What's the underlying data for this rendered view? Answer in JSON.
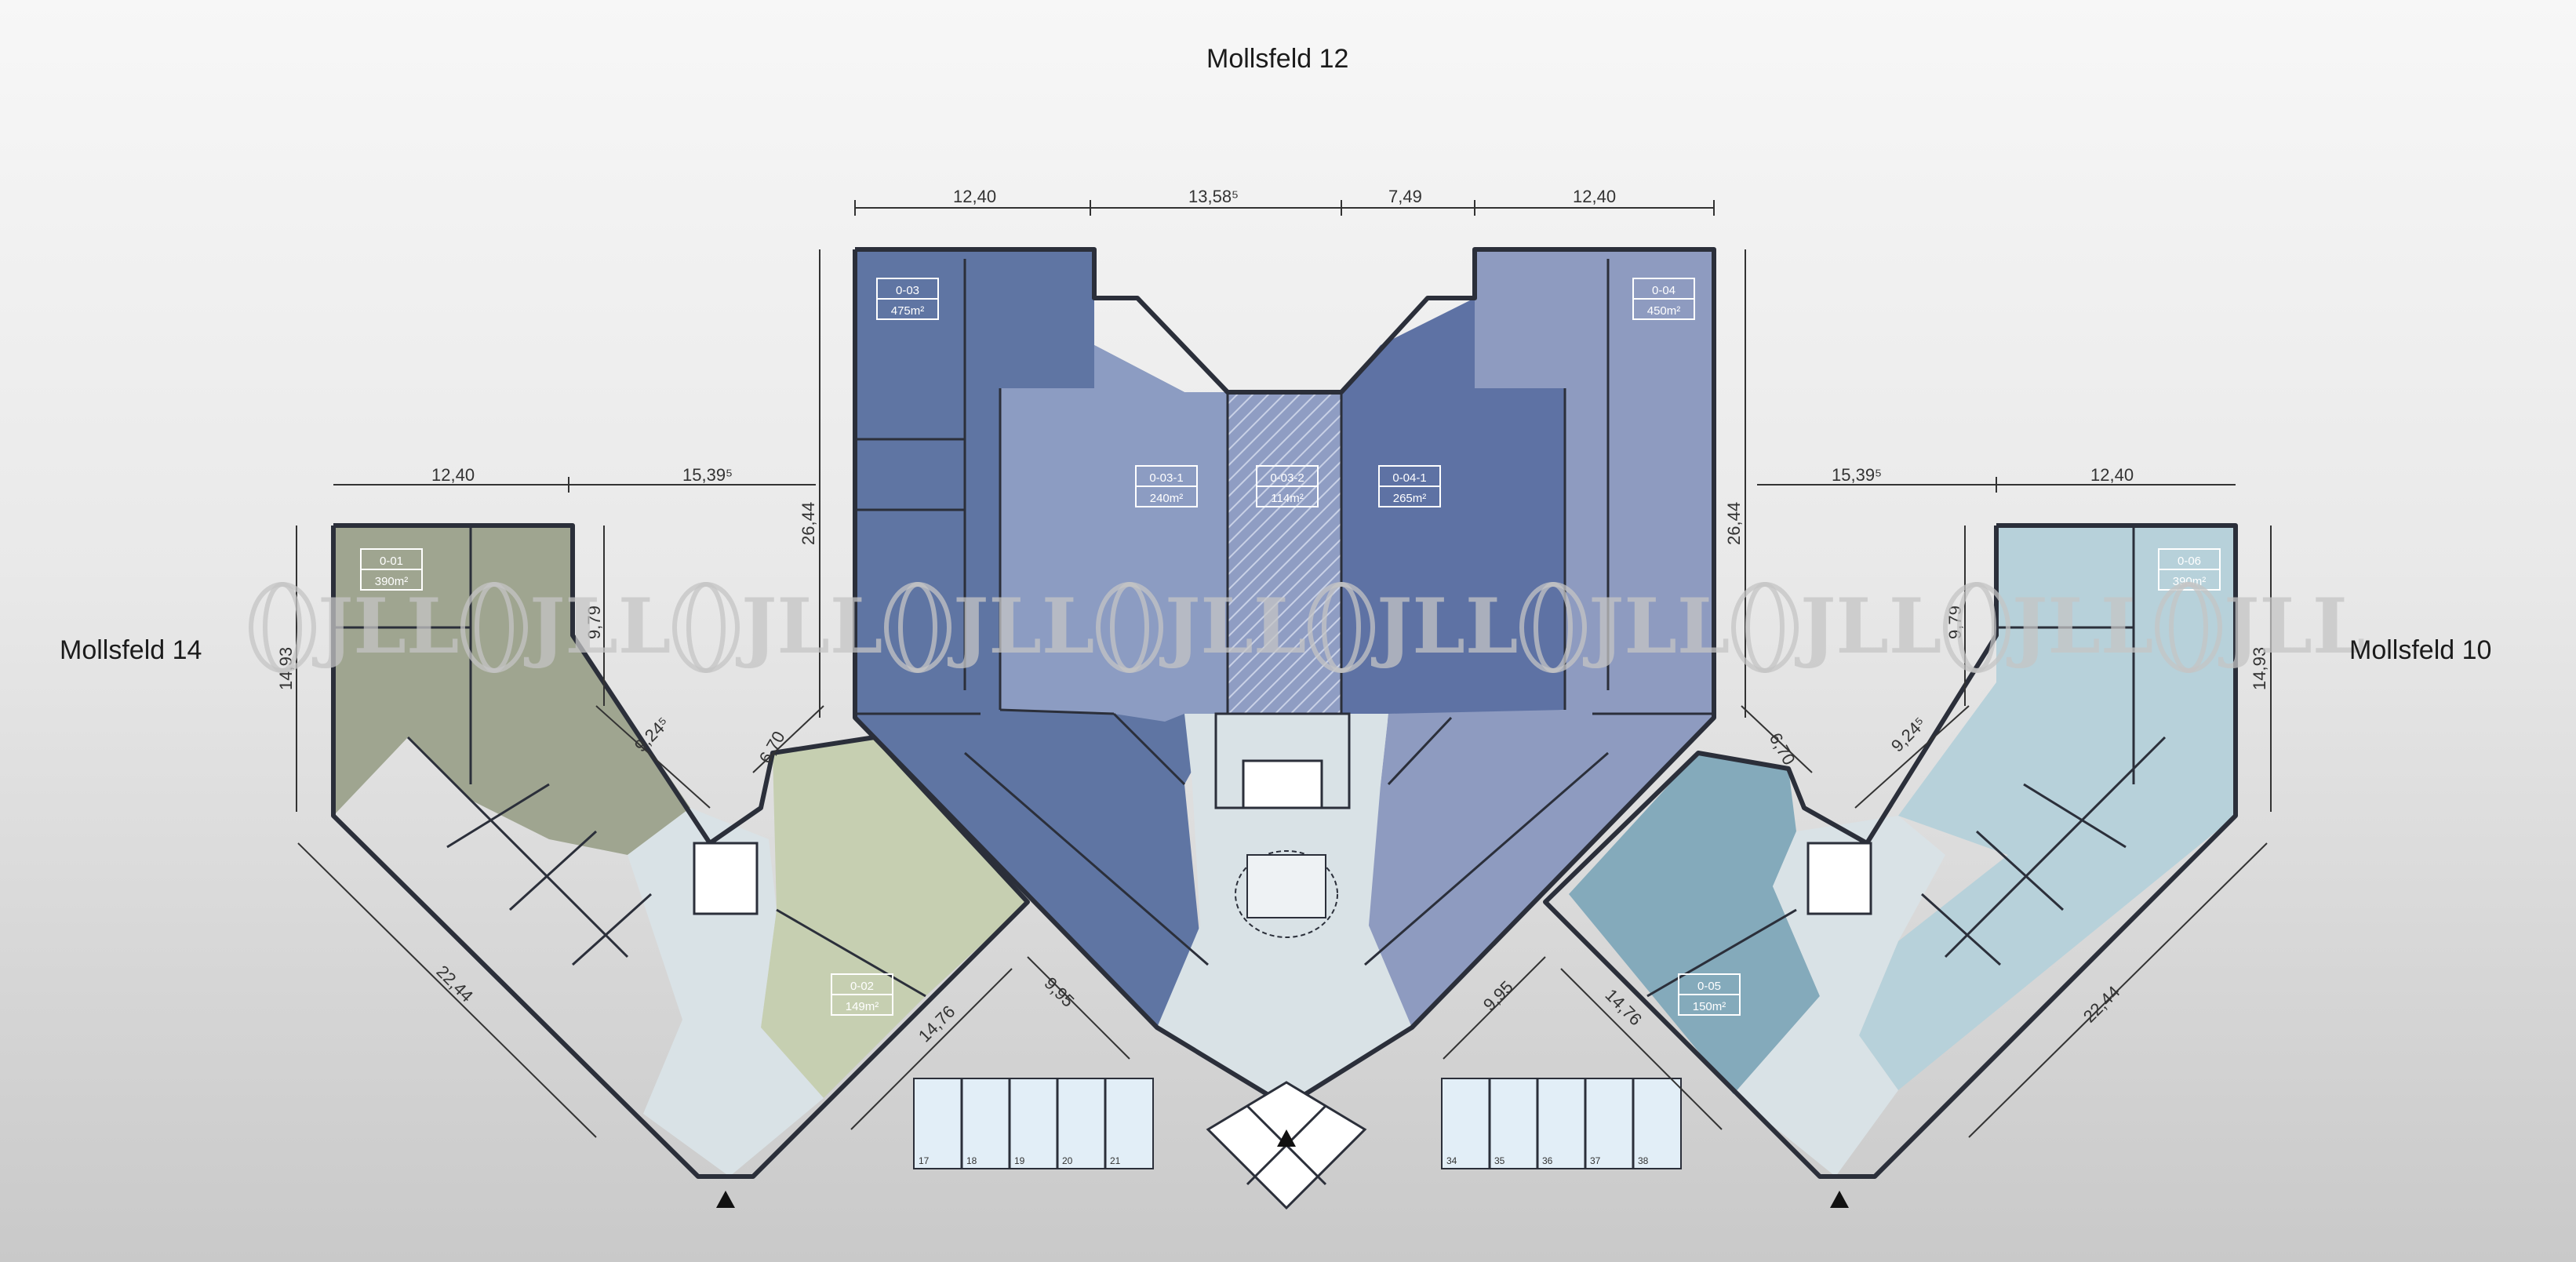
{
  "buildings": {
    "center": "Mollsfeld 12",
    "left": "Mollsfeld 14",
    "right": "Mollsfeld 10"
  },
  "colors": {
    "unit_0_01": "#9fa590",
    "unit_0_02": "#c6cfb1",
    "unit_0_03": "#5f75a3",
    "unit_0_03_1": "#8c9cc2",
    "unit_0_03_2": "#8f9dc3",
    "unit_0_04": "#8e9bc0",
    "unit_0_04_1": "#5e72a4",
    "unit_0_05": "#84aabb",
    "unit_0_06": "#b7d1da",
    "common": "#d9e2e6",
    "parking": "#e2eef7",
    "wall": "#2b2f3a"
  },
  "units": [
    {
      "id": "0-01",
      "area": "390m²"
    },
    {
      "id": "0-02",
      "area": "149m²"
    },
    {
      "id": "0-03",
      "area": "475m²"
    },
    {
      "id": "0-03-1",
      "area": "240m²"
    },
    {
      "id": "0-03-2",
      "area": "114m²"
    },
    {
      "id": "0-04-1",
      "area": "265m²"
    },
    {
      "id": "0-04",
      "area": "450m²"
    },
    {
      "id": "0-05",
      "area": "150m²"
    },
    {
      "id": "0-06",
      "area": "390m²"
    }
  ],
  "dimensions": {
    "top": [
      "12,40",
      "13,58⁵",
      "7,49",
      "12,40"
    ],
    "left_top": [
      "12,40",
      "15,39⁵"
    ],
    "right_top": [
      "15,39⁵",
      "12,40"
    ],
    "left_height": "14,93",
    "right_height": "14,93",
    "center_left_height": "26,44",
    "center_right_height": "26,44",
    "left_inner_height": "9,79",
    "right_inner_height": "9,79",
    "left_diag_inner": "9,24⁵",
    "right_diag_inner": "9,24⁵",
    "left_diag_short": "6,70",
    "right_diag_short": "6,70",
    "left_diag_long": "22,44",
    "right_diag_long": "22,44",
    "left_diag_mid": "14,76",
    "right_diag_mid": "14,76",
    "center_diag_left": "9,95",
    "center_diag_right": "9,95"
  },
  "parking_left": [
    "17",
    "18",
    "19",
    "20",
    "21"
  ],
  "parking_right": [
    "34",
    "35",
    "36",
    "37",
    "38"
  ],
  "watermark": "JLL"
}
